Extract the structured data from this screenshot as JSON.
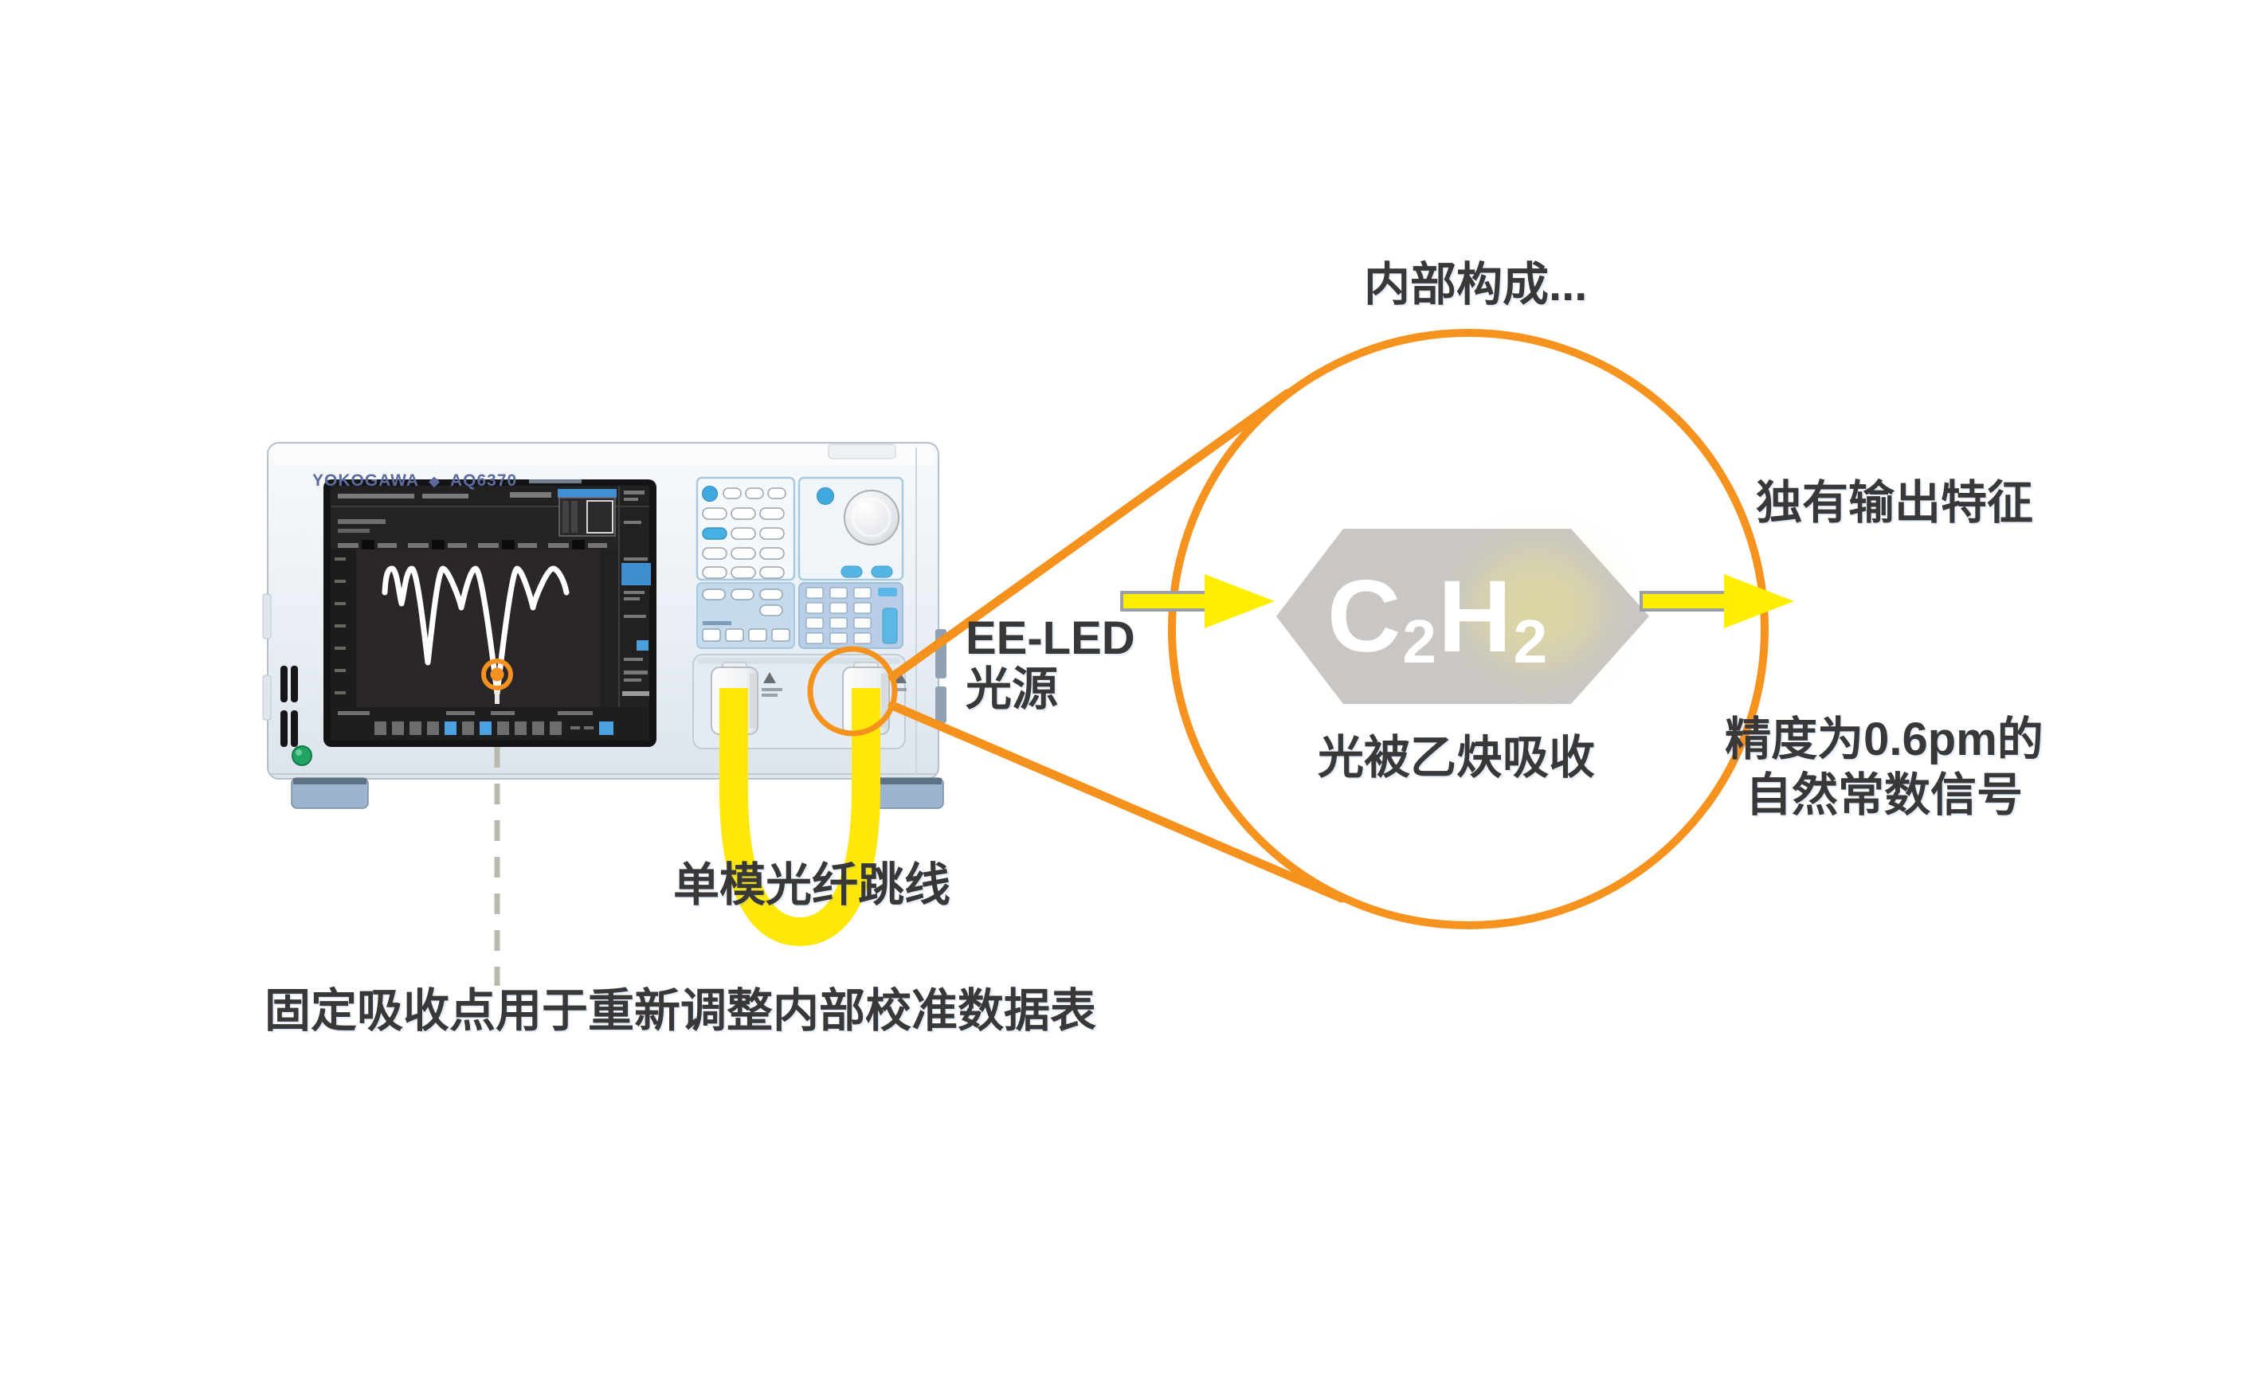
{
  "labels": {
    "internal_structure": "内部构成...",
    "unique_output": "独有输出特征",
    "precision_line1": "精度为0.6pm的",
    "precision_line2": "自然常数信号",
    "ee_led_line1": "EE-LED",
    "ee_led_line2": "光源",
    "fiber_jumper": "单模光纤跳线",
    "absorption": "光被乙炔吸收",
    "fixed_point_caption": "固定吸收点用于重新调整内部校准数据表"
  },
  "molecule": {
    "c": "C",
    "c_sub": "2",
    "h": "H",
    "h_sub": "2"
  },
  "device": {
    "brand": "YOKOGAWA",
    "brand_sep": "◆",
    "model": "AQ6370"
  },
  "colors": {
    "accent_orange": "#f6921e",
    "marker_orange": "#f59120",
    "fiber_yellow": "#ffe70a",
    "arrow_yellow": "#ffee00",
    "gas_cell_gray": "#c9c6c3",
    "glow_yellow": "#ded8a0",
    "text_dark": "#383838",
    "screen_background": "#232021",
    "trace_white": "#ffffff",
    "softkey_blue": "#3f8fd0",
    "button_blue": "#4fb0e2",
    "case_light": "#eef3f7",
    "foot_blue_gray": "#9db4ce",
    "power_green": "#22a363"
  }
}
